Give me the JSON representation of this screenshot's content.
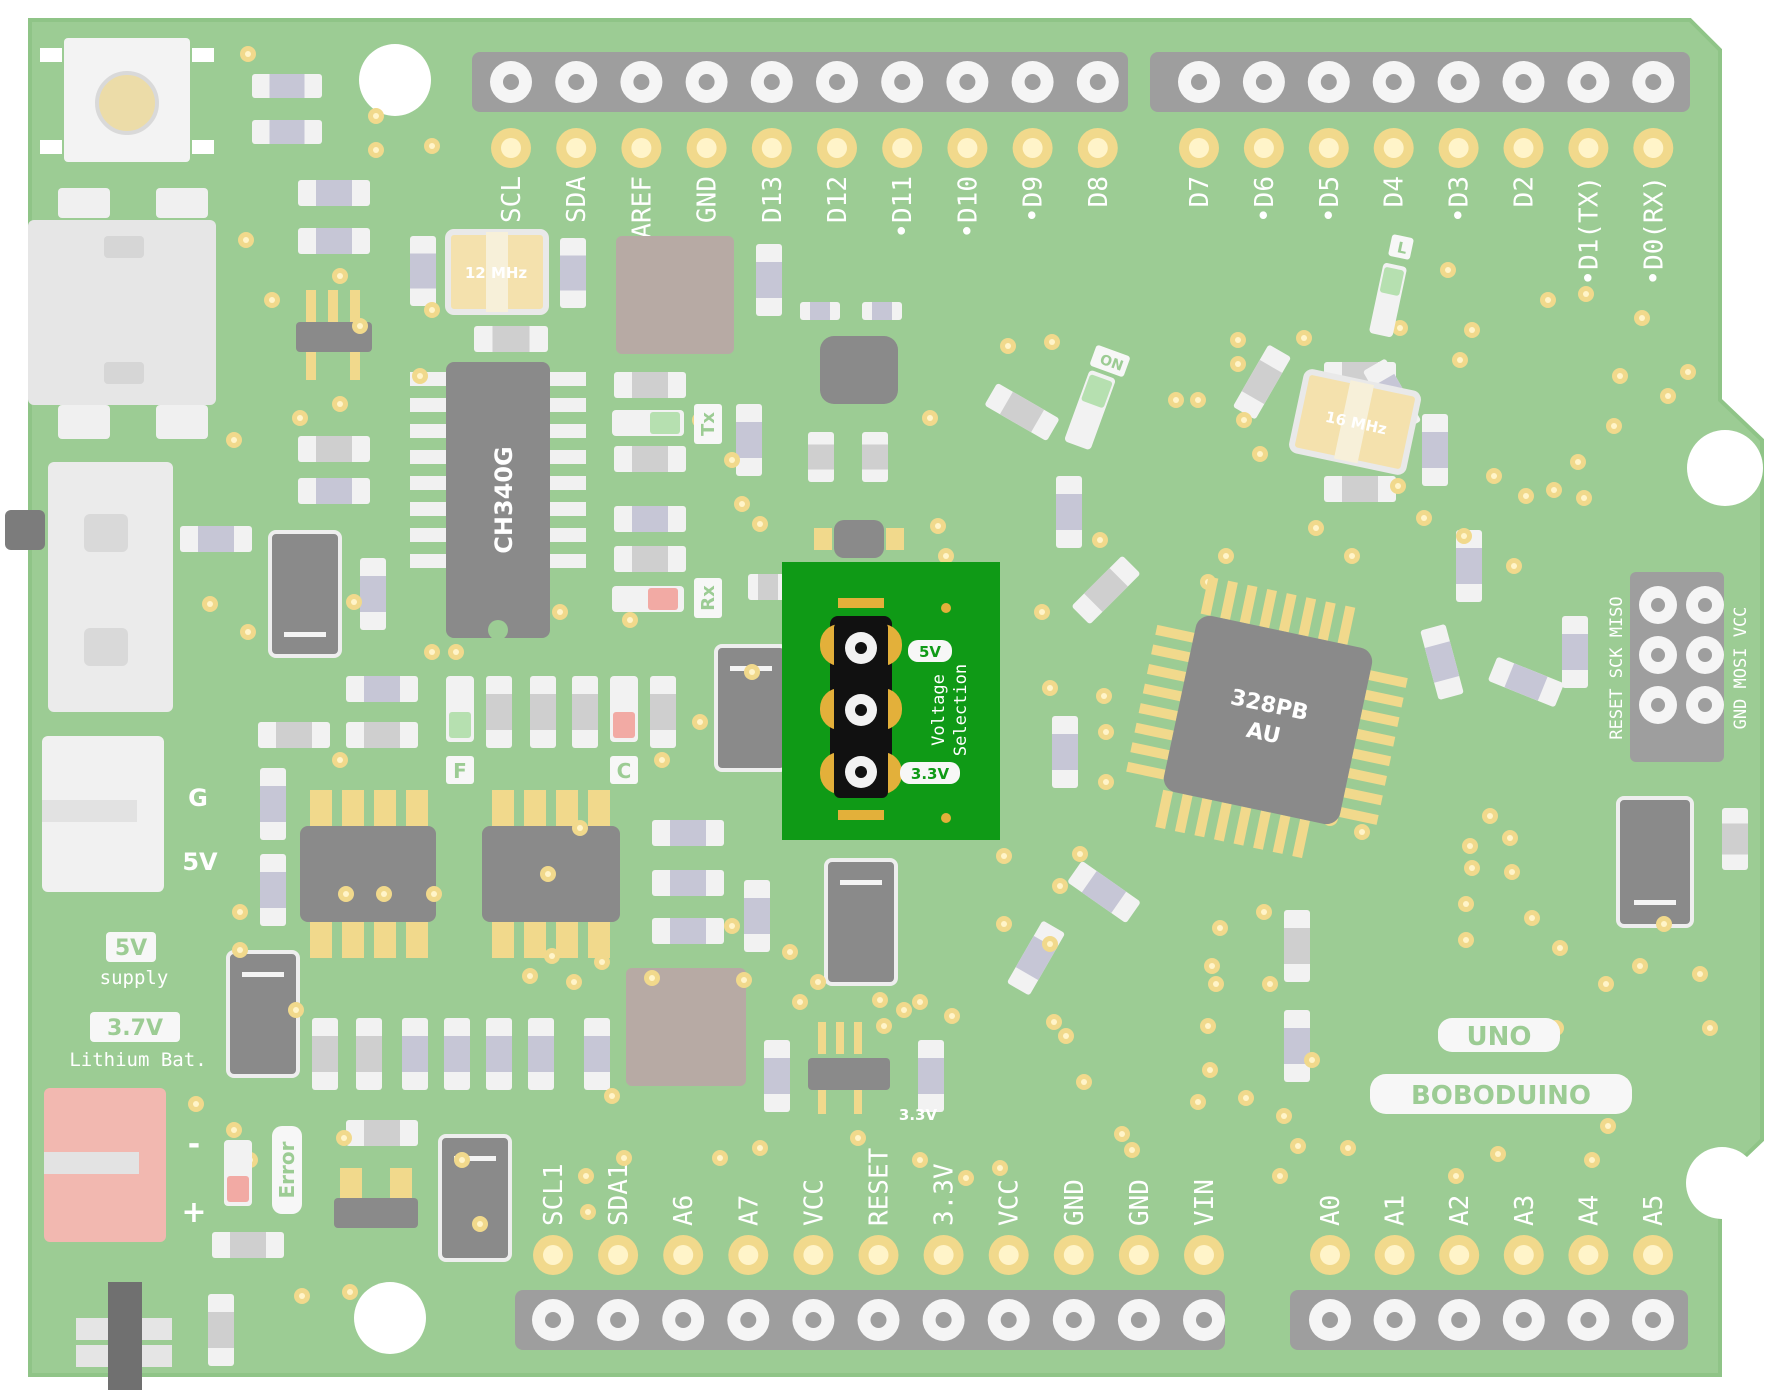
{
  "board": {
    "name": "BOBODUINO",
    "model": "UNO",
    "colors": {
      "pcb": "#9ccc94",
      "pcb_edge": "#8fc487",
      "pad": "#f1d98c",
      "header": "#9e9e9e",
      "chip": "#8a8a8a",
      "highlight": "#0f9a16"
    }
  },
  "headers": {
    "top_left": [
      "SCL",
      "SDA",
      "AREF",
      "GND",
      "D13",
      "D12",
      "•D11",
      "•D10",
      "•D9",
      "D8"
    ],
    "top_right": [
      "D7",
      "•D6",
      "•D5",
      "D4",
      "•D3",
      "D2",
      "•D1(TX)",
      "•D0(RX)"
    ],
    "bottom_left": [
      "SCL1",
      "SDA1",
      "A6",
      "A7",
      "VCC",
      "RESET",
      "3.3V",
      "VCC",
      "GND",
      "GND",
      "VIN"
    ],
    "bottom_right": [
      "A0",
      "A1",
      "A2",
      "A3",
      "A4",
      "A5"
    ]
  },
  "icsp": {
    "labels": [
      "RESET SCK MISO",
      "GND MOSI VCC"
    ]
  },
  "chips": {
    "usb_serial": "CH340G",
    "mcu_line1": "328PB",
    "mcu_line2": "AU",
    "crystal_usb": "12 MHz",
    "crystal_mcu": "16 MHz"
  },
  "leds": {
    "tx": "Tx",
    "rx": "Rx",
    "on": "ON",
    "l": "L",
    "f": "F",
    "c": "C",
    "error": "Error"
  },
  "power": {
    "selector_5v": "5V",
    "selector_3v3": "3.3V",
    "selector_title_line1": "Voltage",
    "selector_title_line2": "Selection",
    "supply_5v": "5V",
    "supply_5v_sub": "supply",
    "supply_bat": "3.7V",
    "supply_bat_sub": "Lithium Bat.",
    "charge_g": "G",
    "charge_5v": "5V",
    "batt_minus": "-",
    "batt_plus": "+",
    "regulator_out": "3.3V"
  }
}
